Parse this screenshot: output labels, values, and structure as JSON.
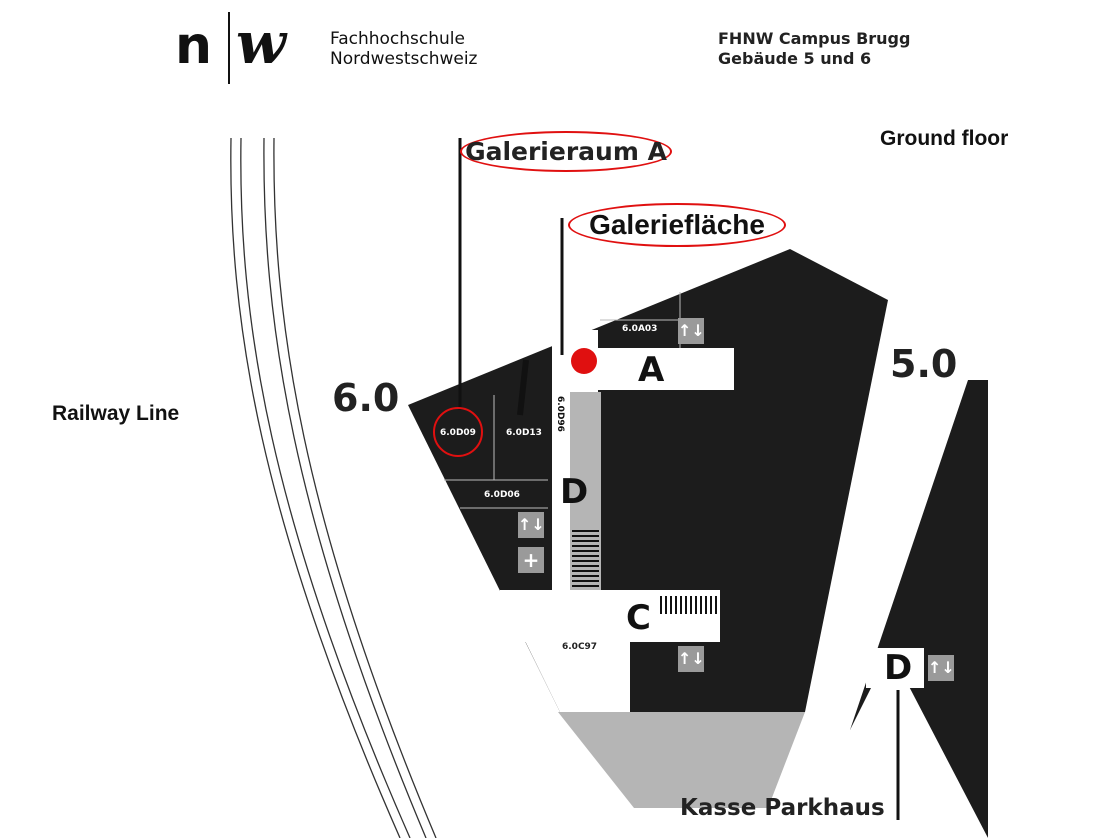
{
  "header": {
    "logo_n": "n",
    "logo_w": "w",
    "school_line1": "Fachhochschule",
    "school_line2": "Nordwestschweiz",
    "campus_line1": "FHNW Campus Brugg",
    "campus_line2": "Gebäude 5 und 6"
  },
  "map": {
    "floor_label": "Ground floor",
    "railway_label": "Railway Line",
    "building_6": "6.0",
    "building_5": "5.0",
    "callouts": {
      "galerieraum": "Galerieraum A",
      "galerieflaeche": "Galeriefläche",
      "kasse": "Kasse Parkhaus"
    },
    "rooms": {
      "r_6A03": "6.0A03",
      "r_6D09": "6.0D09",
      "r_6D13": "6.0D13",
      "r_6D06": "6.0D06",
      "r_6D96": "6.0D96",
      "r_6C97": "6.0C97"
    },
    "wings": {
      "A": "A",
      "C": "C",
      "D": "D",
      "D_parking": "D"
    },
    "icons": {
      "elevator": "↑↓",
      "first_aid": "+"
    },
    "colors": {
      "building": "#1c1c1c",
      "highlight": "#e01010",
      "corridor": "#b5b5b5"
    }
  }
}
